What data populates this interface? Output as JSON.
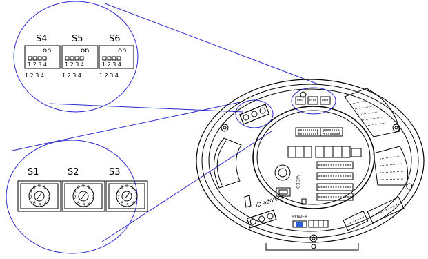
{
  "callout_top": {
    "switch_labels": [
      "S4",
      "S5",
      "S6"
    ],
    "on_label": "on",
    "dip_numbers_inner": "1 2 3 4",
    "dip_numbers_outer": "1 2 3 4"
  },
  "callout_bottom": {
    "switch_labels": [
      "S1",
      "S2",
      "S3"
    ]
  },
  "device": {
    "id_address_label": "ID address",
    "video_label": "VIDEO",
    "power_label": "POWER"
  }
}
